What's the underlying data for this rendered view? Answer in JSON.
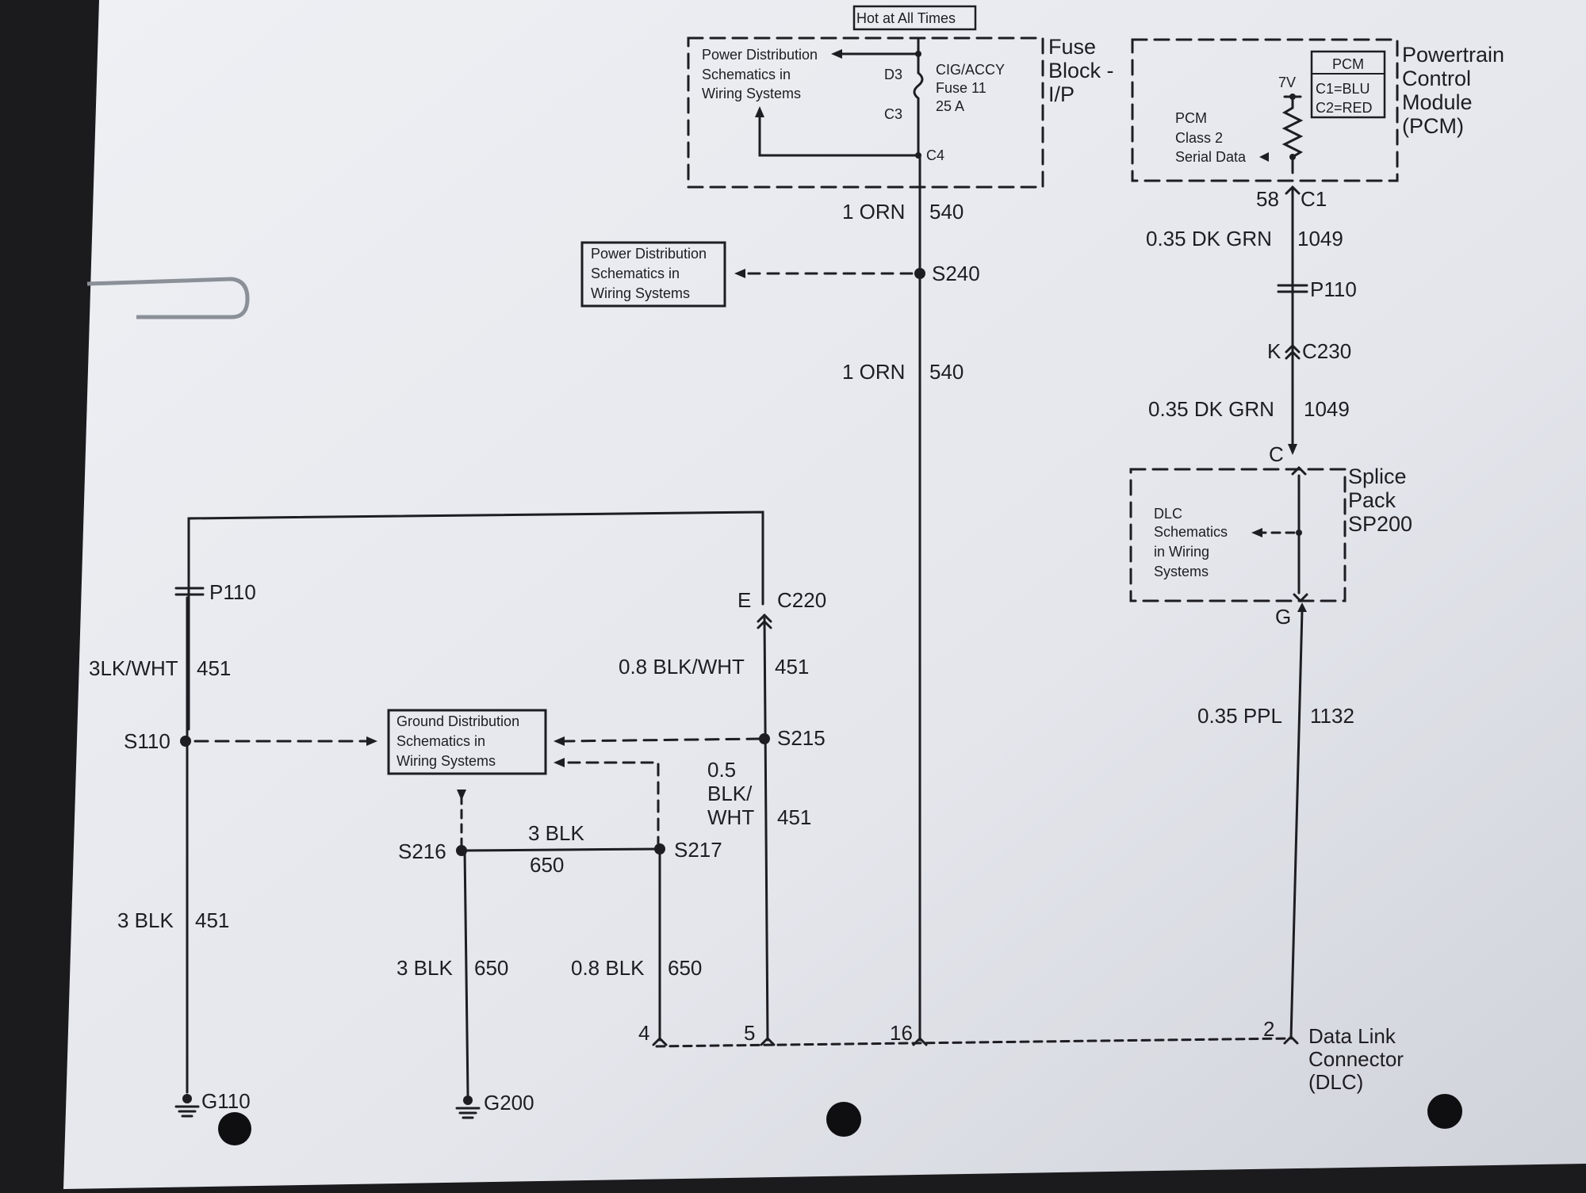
{
  "header": {
    "hot_at_all_times": "Hot at All Times"
  },
  "fuse_block": {
    "title": [
      "Fuse",
      "Block -",
      "I/P"
    ],
    "power_ref": [
      "Power Distribution",
      "Schematics in",
      "Wiring Systems"
    ],
    "fuse_name": [
      "CIG/ACCY",
      "Fuse 11",
      "25 A"
    ],
    "pin_d3": "D3",
    "pin_c3": "C3",
    "pin_c4": "C4"
  },
  "pcm": {
    "title": [
      "Powertrain",
      "Control",
      "Module",
      "(PCM)"
    ],
    "legend": [
      "PCM",
      "C1=BLU",
      "C2=RED"
    ],
    "voltage": "7V",
    "serial": [
      "PCM",
      "Class 2",
      "Serial Data"
    ],
    "pin": "58",
    "connector": "C1"
  },
  "power_ref_box": [
    "Power Distribution",
    "Schematics in",
    "Wiring Systems"
  ],
  "ground_ref_box": [
    "Ground Distribution",
    "Schematics in",
    "Wiring Systems"
  ],
  "circuit_540": {
    "wire_top": {
      "gauge_color": "1 ORN",
      "circuit": "540"
    },
    "splice": "S240",
    "wire_bottom": {
      "gauge_color": "1 ORN",
      "circuit": "540"
    },
    "dlc_pin": "16"
  },
  "circuit_1049": {
    "wire_1": {
      "gauge_color": "0.35 DK GRN",
      "circuit": "1049"
    },
    "inline": "P110",
    "conn_pin": "K",
    "conn": "C230",
    "wire_2": {
      "gauge_color": "0.35 DK GRN",
      "circuit": "1049"
    },
    "splice_pin_in": "C"
  },
  "splice_pack": {
    "title": [
      "Splice",
      "Pack",
      "SP200"
    ],
    "dlc_ref": [
      "DLC",
      "Schematics",
      "in Wiring",
      "Systems"
    ],
    "pin_out": "G"
  },
  "circuit_1132": {
    "wire": {
      "gauge_color": "0.35 PPL",
      "circuit": "1132"
    },
    "dlc_pin": "2"
  },
  "dlc": {
    "name": [
      "Data Link",
      "Connector",
      "(DLC)"
    ]
  },
  "ground_left": {
    "inline": "P110",
    "wire_top": {
      "gauge_color": "3LK/WHT",
      "circuit": "451"
    },
    "splice": "S110",
    "wire_bottom": {
      "gauge_color": "3 BLK",
      "circuit": "451"
    },
    "ground": "G110"
  },
  "ground_right": {
    "conn_pin": "E",
    "conn": "C220",
    "wire_top": {
      "gauge_color": "0.8 BLK/WHT",
      "circuit": "451"
    },
    "splice": "S215",
    "wire_bottom": {
      "gauge_color": [
        "0.5",
        "BLK/",
        "WHT"
      ],
      "circuit": "451"
    },
    "dlc_pin": "5"
  },
  "ground_650": {
    "splice_left": "S216",
    "splice_right": "S217",
    "wire_between": {
      "gauge_color": "3 BLK",
      "circuit": "650"
    },
    "wire_left": {
      "gauge_color": "3 BLK",
      "circuit": "650"
    },
    "wire_right": {
      "gauge_color": "0.8 BLK",
      "circuit": "650"
    },
    "ground": "G200",
    "dlc_pin": "4"
  },
  "colors": {
    "paper": "#e6e8ee",
    "ink": "#1d1d22",
    "background": "#1b1b1d"
  }
}
